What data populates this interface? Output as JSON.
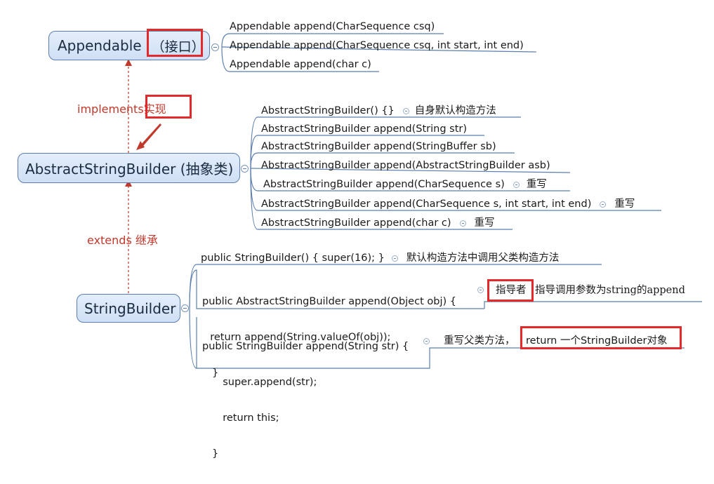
{
  "nodes": {
    "appendable": {
      "label": "Appendable",
      "tag": "（接口）"
    },
    "abstract_sb": {
      "label": "AbstractStringBuilder (抽象类)"
    },
    "string_builder": {
      "label": "StringBuilder"
    }
  },
  "edges": {
    "implements": {
      "keyword": "implements",
      "zh": "实现"
    },
    "extends": {
      "keyword": "extends",
      "zh": "继承"
    }
  },
  "appendable_methods": [
    "Appendable append(CharSequence csq)",
    "Appendable append(CharSequence csq, int start, int end)",
    "Appendable append(char c)"
  ],
  "abstract_methods": [
    {
      "text": "AbstractStringBuilder() {}",
      "note": "自身默认构造方法"
    },
    {
      "text": "AbstractStringBuilder append(String str)",
      "note": ""
    },
    {
      "text": "AbstractStringBuilder append(StringBuffer sb)",
      "note": ""
    },
    {
      "text": "AbstractStringBuilder append(AbstractStringBuilder asb)",
      "note": ""
    },
    {
      "text": "AbstractStringBuilder append(CharSequence s)",
      "note": "重写"
    },
    {
      "text": "AbstractStringBuilder append(CharSequence s, int start, int end)",
      "note": "重写"
    },
    {
      "text": "AbstractStringBuilder append(char c)",
      "note": "重写"
    }
  ],
  "builder_methods": {
    "ctor": {
      "text": "public StringBuilder() { super(16); }",
      "note": "默认构造方法中调用父类构造方法"
    },
    "append_obj": {
      "line1": "public AbstractStringBuilder append(Object obj) {",
      "line2": "  return append(String.valueOf(obj));",
      "line3": "}",
      "note_tag": "指导者",
      "note_rest": "指导调用参数为string的append"
    },
    "append_str": {
      "line1": "public StringBuilder append(String str) {",
      "line2": "  super.append(str);",
      "line3": "  return this;",
      "line4": "}",
      "note_lead": "重写父类方法，",
      "note_tag": "return 一个StringBuilder对象"
    }
  },
  "colors": {
    "node_border": "#5a7eb0",
    "connector": "#5b7fae",
    "arrow": "#c0392b",
    "highlight_box": "#e32929"
  }
}
